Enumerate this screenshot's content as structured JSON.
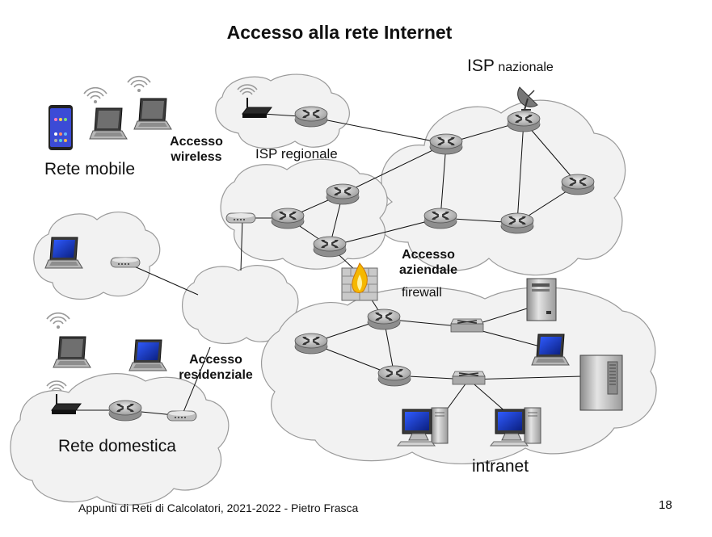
{
  "slide": {
    "title": "Accesso alla rete Internet",
    "footer": "Appunti di Reti di Calcolatori, 2021-2022 - Pietro Frasca",
    "page_number": "18"
  },
  "labels": {
    "isp_nazionale_main": "ISP",
    "isp_nazionale_sub": "nazionale",
    "isp_regionale": "ISP regionale",
    "rete_mobile": "Rete mobile",
    "accesso_wireless_line1": "Accesso",
    "accesso_wireless_line2": "wireless",
    "accesso_aziendale_line1": "Accesso",
    "accesso_aziendale_line2": "aziendale",
    "firewall": "firewall",
    "accesso_residenziale_line1": "Accesso",
    "accesso_residenziale_line2": "residenziale",
    "rete_domestica": "Rete domestica",
    "intranet": "intranet"
  },
  "icons": [
    "router-icon",
    "switch-icon",
    "server-icon",
    "laptop-icon",
    "smartphone-icon",
    "wireless-access-point-icon",
    "satellite-dish-icon",
    "firewall-icon",
    "desktop-computer-icon",
    "modem-icon",
    "cloud-icon"
  ],
  "colors": {
    "cloud_fill": "#f2f2f2",
    "cloud_stroke": "#9a9a9a",
    "device_grey": "#c8c8c8",
    "screen_blue": "#1f3fb5",
    "firewall_flame": "#f5b800"
  }
}
